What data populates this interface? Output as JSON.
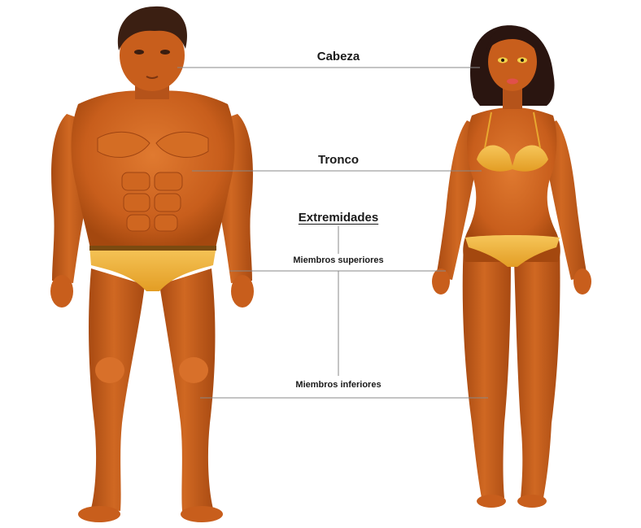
{
  "labels": {
    "head": "Cabeza",
    "trunk": "Tronco",
    "limbs": "Extremidades",
    "upper_limbs": "Miembros superiores",
    "lower_limbs": "Miembros inferiores"
  },
  "colors": {
    "skin": "#c85e1c",
    "skin_shadow": "#9e4412",
    "skin_light": "#e0792f",
    "garment": "#f2b440",
    "garment_dark": "#d98f1c",
    "hair_male": "#3b1f12",
    "hair_female": "#2a1510",
    "line": "#888888"
  }
}
